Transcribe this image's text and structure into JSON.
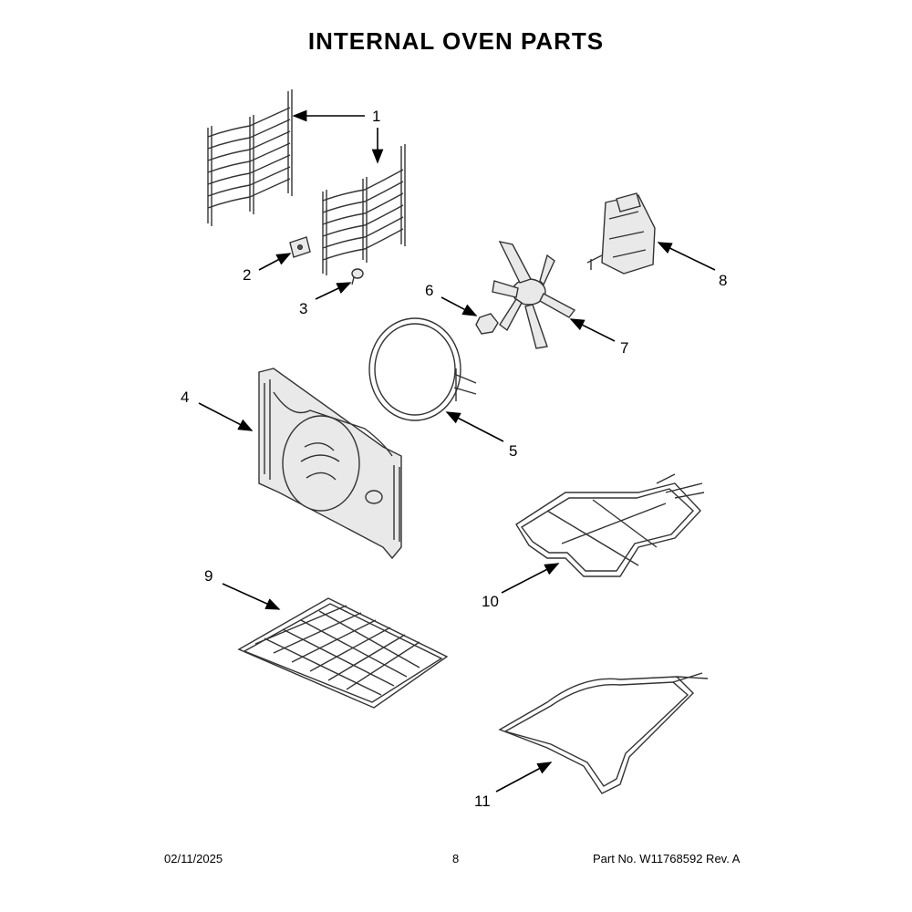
{
  "title": "INTERNAL OVEN PARTS",
  "callouts": [
    {
      "label": "1",
      "part": "rack-supports"
    },
    {
      "label": "2",
      "part": "bracket"
    },
    {
      "label": "3",
      "part": "screw"
    },
    {
      "label": "4",
      "part": "fan-cover"
    },
    {
      "label": "5",
      "part": "convection-element"
    },
    {
      "label": "6",
      "part": "nut"
    },
    {
      "label": "7",
      "part": "fan-blade"
    },
    {
      "label": "8",
      "part": "fan-motor"
    },
    {
      "label": "9",
      "part": "oven-rack"
    },
    {
      "label": "10",
      "part": "broil-element"
    },
    {
      "label": "11",
      "part": "bake-element"
    }
  ],
  "footer": {
    "date": "02/11/2025",
    "page": "8",
    "part_number": "Part No.  W11768592  Rev.  A"
  }
}
